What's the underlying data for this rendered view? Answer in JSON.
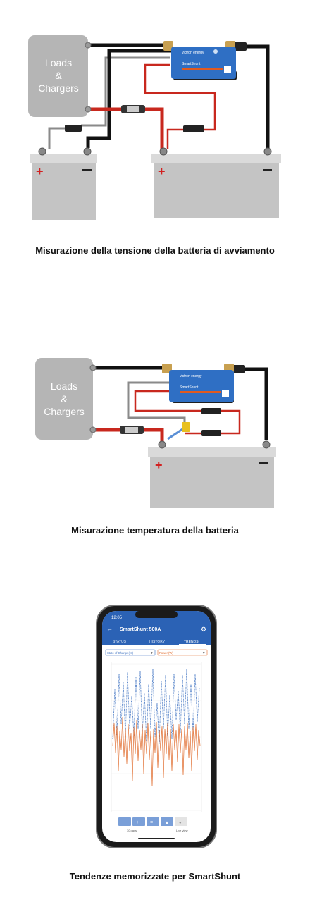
{
  "diagram1": {
    "box_line1": "Loads",
    "box_line2": "&",
    "box_line3": "Chargers",
    "shunt_brand": "victron energy",
    "shunt_name": "SmartShunt",
    "caption": "Misurazione della tensione della batteria di avviamento"
  },
  "diagram2": {
    "box_line1": "Loads",
    "box_line2": "&",
    "box_line3": "Chargers",
    "shunt_brand": "victron energy",
    "shunt_name": "SmartShunt",
    "caption": "Misurazione temperatura della batteria"
  },
  "phone": {
    "time": "12:05",
    "title": "SmartShunt 500A",
    "tabs": [
      "STATUS",
      "HISTORY",
      "TRENDS"
    ],
    "select_left": "State of Charge (%)",
    "select_right": "Power (W)",
    "footer_left": "30 days",
    "footer_right": "Live view",
    "caption": "Tendenze memorizzate per SmartShunt"
  },
  "colors": {
    "wire_black": "#111111",
    "wire_red": "#c8281e",
    "wire_gray": "#8a8a8a",
    "battery_gray": "#c4c4c4",
    "shunt_blue": "#2f6fc4",
    "app_blue": "#2b62b5",
    "series_soc": "#3a6fc0",
    "series_power": "#e06a2a"
  }
}
